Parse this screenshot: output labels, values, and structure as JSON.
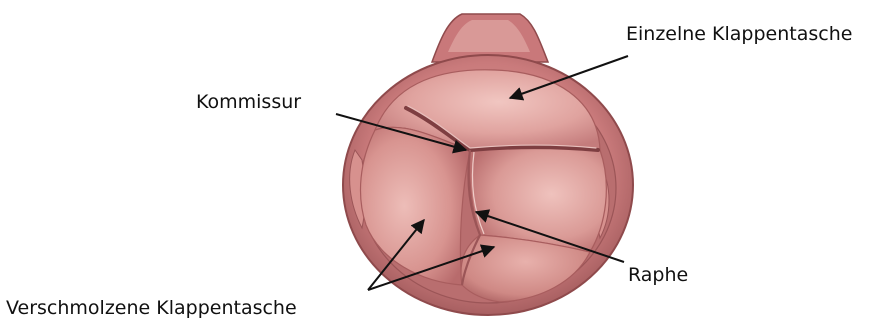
{
  "labels": {
    "single_cusp": "Einzelne Klappentasche",
    "commissure": "Kommissur",
    "raphe": "Raphe",
    "fused_cusp": "Verschmolzene Klappentasche"
  },
  "colors": {
    "background": "#ffffff",
    "outer_wall": "#c9787a",
    "outer_wall_dark": "#8f4a4c",
    "leaflet_light": "#e9b7b3",
    "leaflet_mid": "#d99a96",
    "leaflet_shadow": "#b86a6a",
    "arrow": "#111111"
  }
}
